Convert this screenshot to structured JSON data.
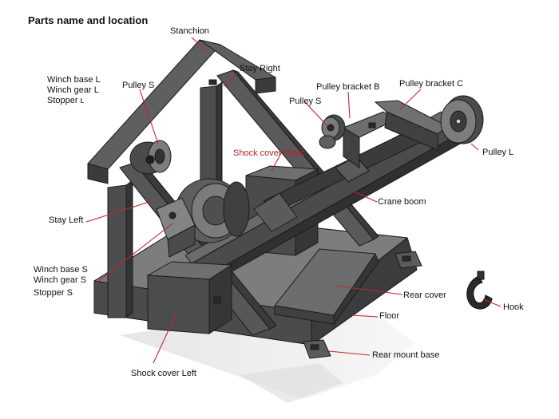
{
  "title": "Parts name and location",
  "labels": {
    "stanchion": "Stanchion",
    "stay_right": "Stay Right",
    "winch_base_l": "Winch base L",
    "winch_gear_l": "Winch gear L",
    "stopper_l": "Stopper ʟ",
    "pulley_s_left": "Pulley S",
    "pulley_bracket_b": "Pulley bracket B",
    "pulley_bracket_c": "Pulley bracket C",
    "pulley_s_right": "Pulley S",
    "shock_cover_right": "Shock cover Right",
    "pulley_l": "Pulley L",
    "crane_boom": "Crane boom",
    "stay_left": "Stay Left",
    "winch_base_s": "Winch base S",
    "winch_gear_s": "Winch gear S",
    "stopper_s": "Stopper S",
    "rear_cover": "Rear cover",
    "hook": "Hook",
    "floor": "Floor",
    "rear_mount_base": "Rear mount base",
    "shock_cover_left": "Shock cover Left"
  },
  "colors": {
    "model_dark": "#3f4041",
    "model_mid": "#5b5c5d",
    "model_light": "#7a7b7c",
    "edge": "#1b1b1b",
    "leader_line": "#c0262e",
    "red_text": "#b4232a"
  }
}
